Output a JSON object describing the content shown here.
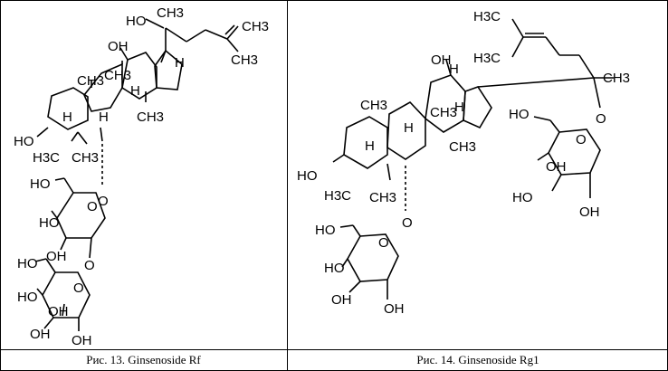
{
  "figures": [
    {
      "caption": "Рис. 13. Ginsenoside Rf",
      "labels": {
        "oh_top": "HO",
        "ch3_top": "CH3",
        "ch3_chain_a": "CH3",
        "ch3_chain_b": "CH3",
        "oh_c12": "OH",
        "h_c17": "H",
        "ch3_c18": "CH3",
        "ch3_c19": "CH3",
        "h_c9": "H",
        "h_c13": "H",
        "h_c5": "H",
        "ch3_c30": "CH3",
        "ho_c3": "HO",
        "ch3_c28": "H3C",
        "ch3_c29": "CH3",
        "o_c6": "O",
        "ho_s1_6": "HO",
        "ho_s1_4": "HO",
        "o_s1_ring": "O",
        "oh_s1_3": "OH",
        "o_link": "O",
        "ho_s2_6": "HO",
        "ho_s2_4": "HO",
        "o_s2_ring": "O",
        "oh_s2_a": "OH",
        "oh_s2_b": "OH",
        "oh_s2_c": "OH"
      }
    },
    {
      "caption": "Рис. 14. Ginsenoside Rg1",
      "labels": {
        "ch3_chain_a": "H3C",
        "ch3_chain_b": "H3C",
        "oh_c12": "OH",
        "h_c13": "H",
        "ch3_c20": "CH3",
        "ch3_c19": "CH3",
        "ch3_c18": "CH3",
        "h_c9": "H",
        "h_c17": "H",
        "ch3_c30": "CH3",
        "ho_c3": "HO",
        "h_c5": "H",
        "ch3_c28": "H3C",
        "ch3_c29": "CH3",
        "o_c6": "O",
        "o_c20": "O",
        "ho_g1_6": "HO",
        "ho_g1_4": "HO",
        "o_g1_ring": "O",
        "oh_g1_3": "OH",
        "oh_g1_2": "OH",
        "ho_g2_6": "HO",
        "o_g2_ring": "O",
        "oh_g2_a": "OH",
        "ho_g2_b": "HO",
        "oh_g2_c": "OH"
      }
    }
  ]
}
